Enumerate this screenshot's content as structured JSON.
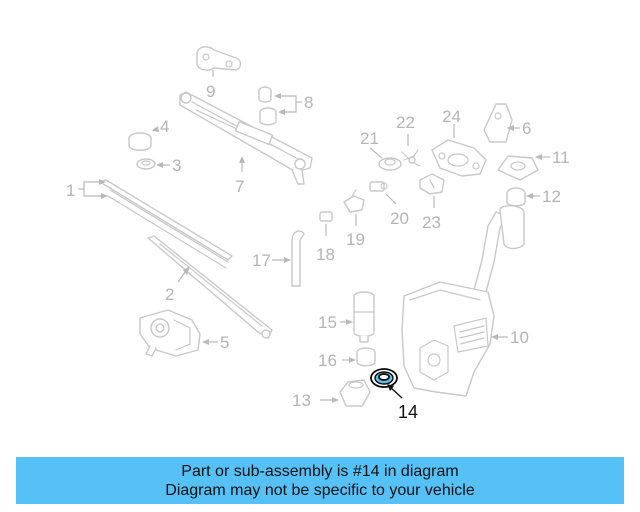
{
  "diagram": {
    "callouts": [
      "1",
      "2",
      "3",
      "4",
      "5",
      "6",
      "7",
      "8",
      "9",
      "10",
      "11",
      "12",
      "13",
      "14",
      "15",
      "16",
      "17",
      "18",
      "19",
      "20",
      "21",
      "22",
      "23",
      "24"
    ],
    "highlighted_callout": "14"
  },
  "banner": {
    "line1": "Part or sub-assembly is #14 in diagram",
    "line2": "Diagram may not be specific to your vehicle"
  },
  "colors": {
    "banner_background": "#55c1f7",
    "highlight_fill": "#5cc4f2",
    "part_stroke": "#c8c8c8"
  }
}
